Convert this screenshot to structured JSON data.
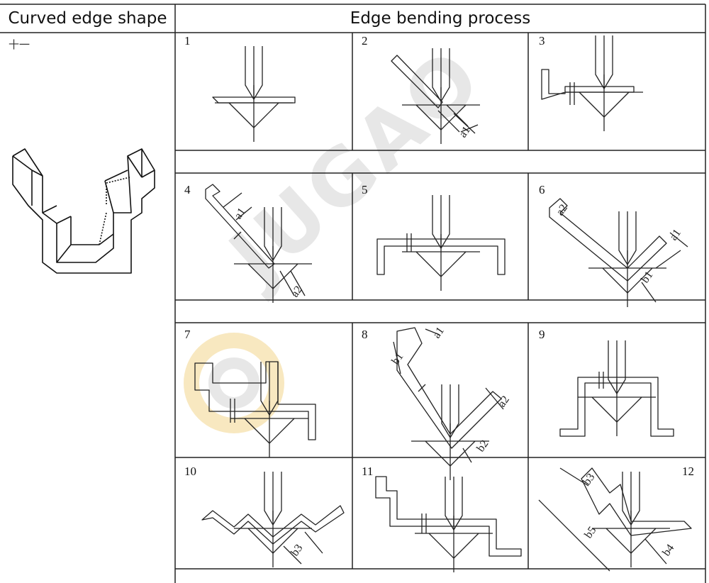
{
  "header": {
    "shape_col": "Curved edge shape",
    "process_col": "Edge bending process"
  },
  "shape_glyph": "十一",
  "cells": [
    {
      "num": "1"
    },
    {
      "num": "2"
    },
    {
      "num": "3"
    },
    {
      "num": "4"
    },
    {
      "num": "5"
    },
    {
      "num": "6"
    },
    {
      "num": "7"
    },
    {
      "num": "8"
    },
    {
      "num": "9"
    },
    {
      "num": "10"
    },
    {
      "num": "11"
    },
    {
      "num": "12"
    }
  ],
  "dims": {
    "a1": "a1",
    "a2": "a2",
    "b1": "b1",
    "b2": "b2",
    "b3": "b3",
    "b4": "b4",
    "b5": "b5"
  },
  "watermark": "JUGAO",
  "colors": {
    "line": "#222222",
    "watermark_grey": "#b0b0b0",
    "watermark_yellow": "#f3d58c"
  }
}
